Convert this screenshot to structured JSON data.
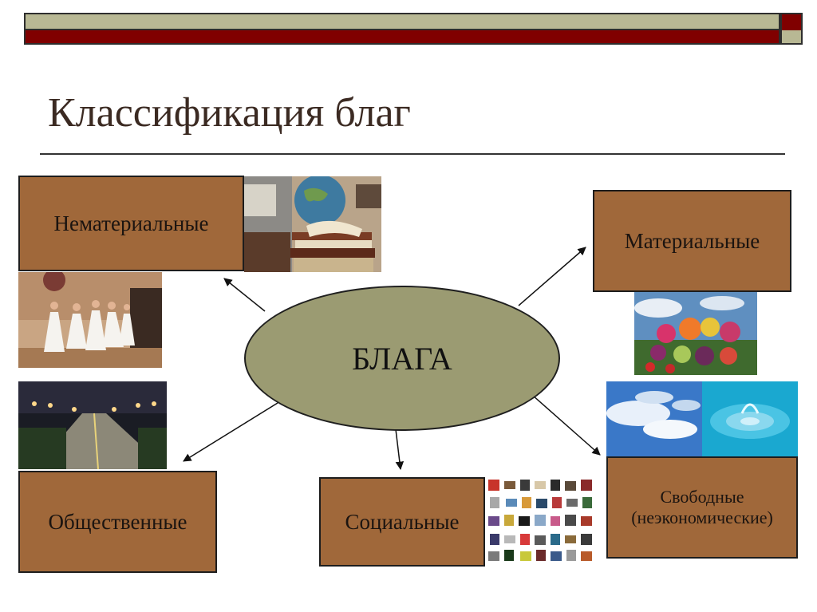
{
  "slide": {
    "title": "Классификация благ",
    "center": "БЛАГА",
    "categories": {
      "intangible": "Нематериальные",
      "material": "Материальные",
      "public": "Общественные",
      "social": "Социальные",
      "free_line1": "Свободные",
      "free_line2": "(неэкономические)"
    }
  },
  "colors": {
    "box_fill": "#a0683a",
    "ellipse_fill": "#9b9b72",
    "header_olive": "#b8b894",
    "header_red": "#800000",
    "title_text": "#3b2a22"
  },
  "pictures": {
    "intangible_top": "books-and-globe-photo",
    "intangible_bottom": "ballet-dancers-photo",
    "material": "fruits-and-flowers-photo",
    "public": "night-road-photo",
    "social": "assorted-goods-collage",
    "free_left": "sky-clouds-photo",
    "free_right": "water-splash-photo"
  }
}
